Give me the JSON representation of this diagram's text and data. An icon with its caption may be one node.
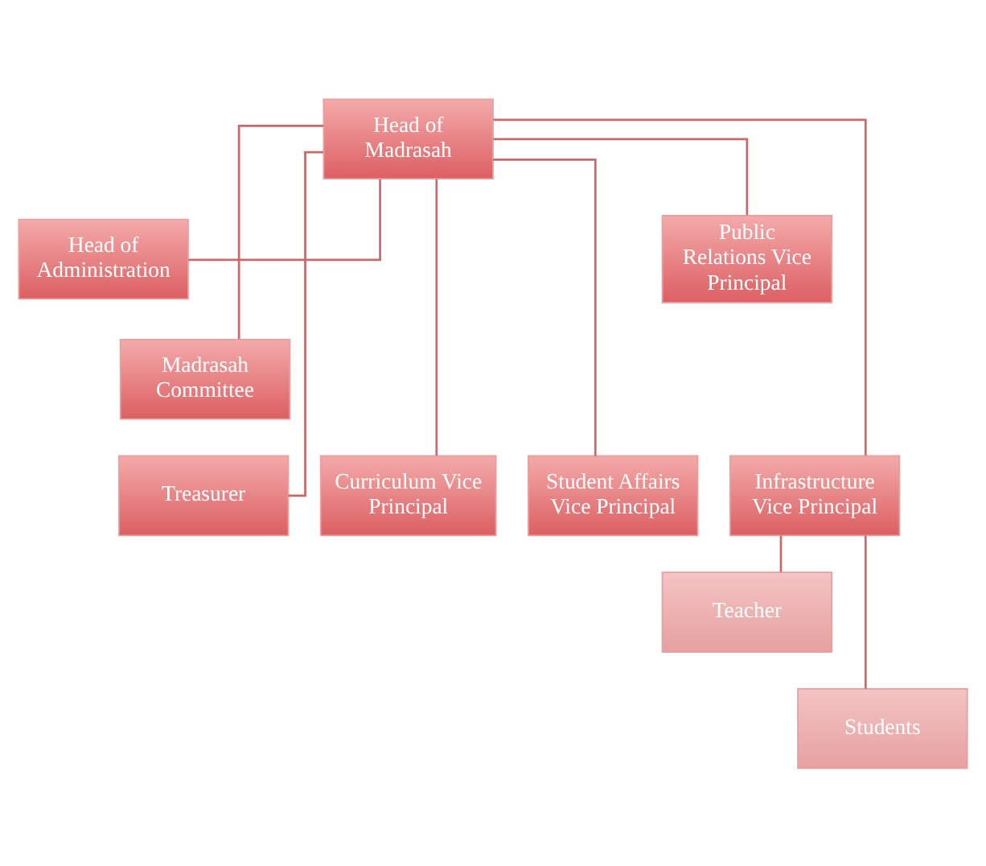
{
  "diagram": {
    "nodes": [
      {
        "text": [
          "Head of Madrasah"
        ]
      },
      {
        "text": [
          "Head of Administration"
        ]
      },
      {
        "text": [
          "Madrasah Committee"
        ]
      },
      {
        "text": [
          "Treasurer"
        ]
      },
      {
        "text": [
          "Curriculum Vice Principal"
        ]
      },
      {
        "text": [
          "Student Affairs Vice Principal"
        ]
      },
      {
        "text": [
          "Infrastructure Vice Principal"
        ]
      },
      {
        "text": [
          "Public Relations Vice Principal"
        ]
      },
      {
        "text": [
          "Teacher"
        ]
      },
      {
        "text": [
          "Students"
        ]
      }
    ],
    "edges": [
      {
        "from": 0,
        "to": 1,
        "arrow": "none"
      },
      {
        "from": 0,
        "to": 2,
        "arrow": "none"
      },
      {
        "from": 0,
        "to": 3,
        "arrow": "none"
      },
      {
        "from": 0,
        "to": 4,
        "arrow": "none"
      },
      {
        "from": 0,
        "to": 5,
        "arrow": "none"
      },
      {
        "from": 0,
        "to": 6,
        "arrow": "none"
      },
      {
        "from": 0,
        "to": 7,
        "arrow": "none"
      },
      {
        "from": 6,
        "to": 8,
        "arrow": "none"
      },
      {
        "from": 6,
        "to": 9,
        "arrow": "none"
      }
    ]
  }
}
